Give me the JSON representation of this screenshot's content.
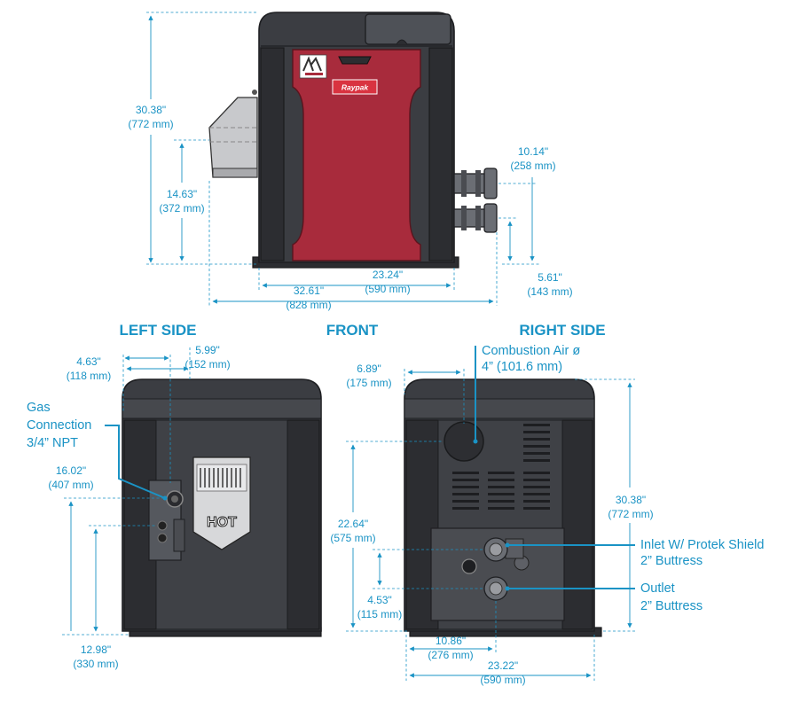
{
  "views": {
    "left_side": "LEFT SIDE",
    "front": "FRONT",
    "right_side": "RIGHT SIDE"
  },
  "top_view": {
    "height_total": [
      "30.38\"",
      "(772 mm)"
    ],
    "height_gas": [
      "14.63\"",
      "(372 mm)"
    ],
    "pipe_top": [
      "10.14\"",
      "(258 mm)"
    ],
    "pipe_bottom": [
      "5.61\"",
      "(143 mm)"
    ],
    "width_front": [
      "23.24\"",
      "(590 mm)"
    ],
    "width_total": [
      "32.61\"",
      "(828 mm)"
    ],
    "logo_text": "Raypak"
  },
  "left_view": {
    "offset_a": [
      "4.63\"",
      "(118 mm)"
    ],
    "offset_b": [
      "5.99\"",
      "(152 mm)"
    ],
    "gas_height": [
      "16.02\"",
      "(407 mm)"
    ],
    "gas_low": [
      "12.98\"",
      "(330 mm)"
    ],
    "gas_callout": [
      "Gas",
      "Connection",
      "3/4” NPT"
    ],
    "hot_label": "HOT"
  },
  "right_view": {
    "combustion_callout": [
      "Combustion Air ø",
      "4” (101.6 mm)"
    ],
    "vent_offset": [
      "6.89\"",
      "(175 mm)"
    ],
    "inlet_height": [
      "22.64\"",
      "(575 mm)"
    ],
    "outlet_height": [
      "4.53\"",
      "(115 mm)"
    ],
    "center_width": [
      "10.86\"",
      "(276 mm)"
    ],
    "total_width": [
      "23.22\"",
      "(590 mm)"
    ],
    "total_height": [
      "30.38\"",
      "(772 mm)"
    ],
    "inlet_callout": [
      "Inlet W/ Protek Shield",
      "2” Buttress"
    ],
    "outlet_callout": [
      "Outlet",
      "2” Buttress"
    ]
  },
  "colors": {
    "dimension_blue": "#1a93c5",
    "heater_red": "#a82b3c",
    "frame_gray": "#3b3d42"
  }
}
